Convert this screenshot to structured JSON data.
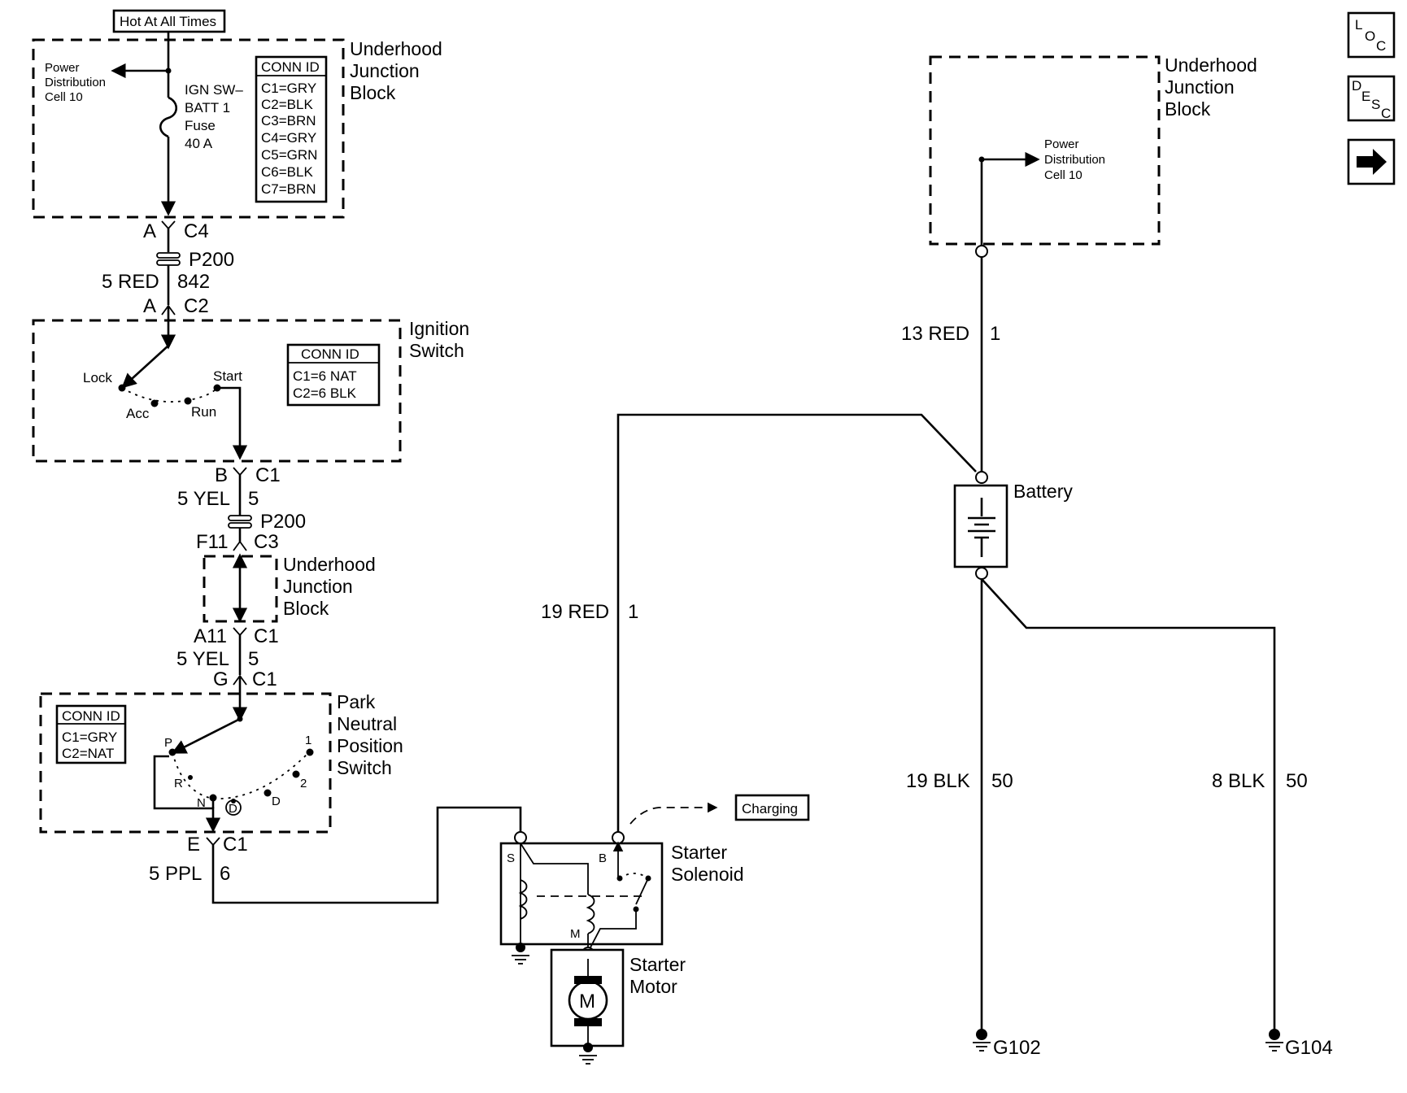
{
  "nav": {
    "loc_label": [
      "L",
      "O",
      "C"
    ],
    "desc_label": [
      "D",
      "E",
      "S",
      "C"
    ],
    "next_glyph": "➡"
  },
  "hot_label": "Hot At All Times",
  "ujb_top_left": {
    "title": [
      "Underhood",
      "Junction",
      "Block"
    ],
    "power_dist": [
      "Power",
      "Distribution",
      "Cell 10"
    ],
    "fuse": [
      "IGN SW–",
      "BATT 1",
      "Fuse",
      "40 A"
    ],
    "conn_title": "CONN ID",
    "conn_rows": [
      "C1=GRY",
      "C2=BLK",
      "C3=BRN",
      "C4=GRY",
      "C5=GRN",
      "C6=BLK",
      "C7=BRN"
    ]
  },
  "connectors": {
    "a_c4": [
      "A",
      "C4"
    ],
    "p200_1": "P200",
    "wire_5red_842": [
      "5 RED",
      "842"
    ],
    "a_c2": [
      "A",
      "C2"
    ],
    "b_c1": [
      "B",
      "C1"
    ],
    "wire_5yel_5a": [
      "5 YEL",
      "5"
    ],
    "p200_2": "P200",
    "f11_c3": [
      "F11",
      "C3"
    ],
    "a11_c1": [
      "A11",
      "C1"
    ],
    "wire_5yel_5b": [
      "5 YEL",
      "5"
    ],
    "g_c1": [
      "G",
      "C1"
    ],
    "e_c1": [
      "E",
      "C1"
    ],
    "wire_5ppl_6": [
      "5 PPL",
      "6"
    ]
  },
  "ignition_switch": {
    "title": [
      "Ignition",
      "Switch"
    ],
    "positions": [
      "Lock",
      "Acc",
      "Run",
      "Start"
    ],
    "conn_title": "CONN ID",
    "conn_rows": [
      "C1=6 NAT",
      "C2=6 BLK"
    ]
  },
  "ujb_mid": {
    "title": [
      "Underhood",
      "Junction",
      "Block"
    ]
  },
  "pnp_switch": {
    "title": [
      "Park",
      "Neutral",
      "Position",
      "Switch"
    ],
    "conn_title": "CONN ID",
    "conn_rows": [
      "C1=GRY",
      "C2=NAT"
    ],
    "positions": [
      "P",
      "R",
      "N",
      "D",
      "D",
      "2",
      "1"
    ]
  },
  "ujb_right": {
    "title": [
      "Underhood",
      "Junction",
      "Block"
    ],
    "power_dist": [
      "Power",
      "Distribution",
      "Cell 10"
    ]
  },
  "wires": {
    "w13red": [
      "13 RED",
      "1"
    ],
    "w19red": [
      "19 RED",
      "1"
    ],
    "w19blk": [
      "19 BLK",
      "50"
    ],
    "w8blk": [
      "8 BLK",
      "50"
    ]
  },
  "battery": {
    "label": "Battery"
  },
  "solenoid": {
    "title": [
      "Starter",
      "Solenoid"
    ],
    "term_s": "S",
    "term_b": "B",
    "term_m": "M"
  },
  "charging": "Charging",
  "motor": {
    "title": [
      "Starter",
      "Motor"
    ],
    "symbol": "M"
  },
  "grounds": [
    "G102",
    "G104"
  ]
}
